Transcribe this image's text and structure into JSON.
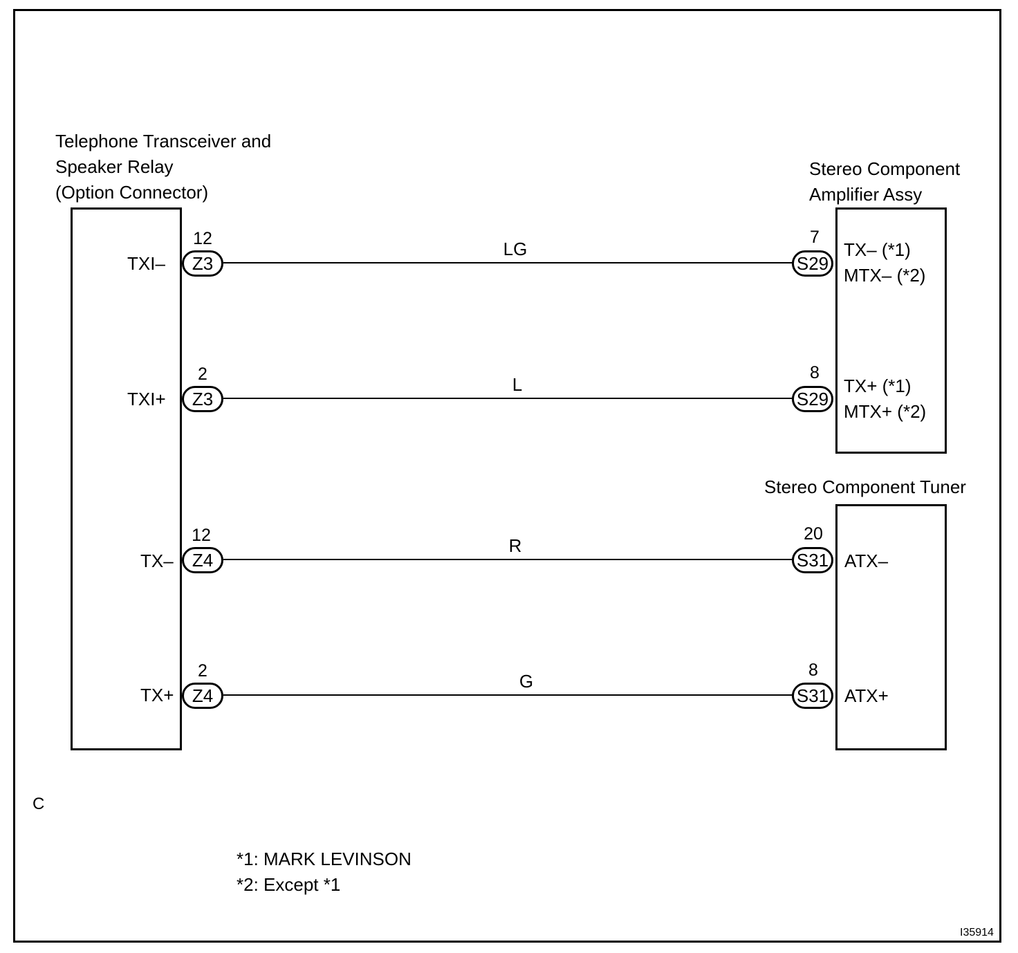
{
  "left_component": {
    "title_lines": [
      "Telephone Transceiver and",
      "Speaker Relay",
      "(Option Connector)"
    ]
  },
  "amp_component": {
    "title_lines": [
      "Stereo Component",
      "Amplifier Assy"
    ]
  },
  "tuner_component": {
    "title": "Stereo Component Tuner"
  },
  "wires": [
    {
      "left_terminal": "TXI–",
      "left_pin": "12",
      "left_conn": "Z3",
      "color": "LG",
      "right_pin": "7",
      "right_conn": "S29",
      "right_terminal_lines": [
        "TX– (*1)",
        "MTX– (*2)"
      ]
    },
    {
      "left_terminal": "TXI+",
      "left_pin": "2",
      "left_conn": "Z3",
      "color": "L",
      "right_pin": "8",
      "right_conn": "S29",
      "right_terminal_lines": [
        "TX+ (*1)",
        "MTX+ (*2)"
      ]
    },
    {
      "left_terminal": "TX–",
      "left_pin": "12",
      "left_conn": "Z4",
      "color": "R",
      "right_pin": "20",
      "right_conn": "S31",
      "right_terminal_lines": [
        "ATX–"
      ]
    },
    {
      "left_terminal": "TX+",
      "left_pin": "2",
      "left_conn": "Z4",
      "color": "G",
      "right_pin": "8",
      "right_conn": "S31",
      "right_terminal_lines": [
        "ATX+"
      ]
    }
  ],
  "corner_letter": "C",
  "notes": [
    "*1: MARK LEVINSON",
    "*2: Except *1"
  ],
  "figure_id": "I35914"
}
